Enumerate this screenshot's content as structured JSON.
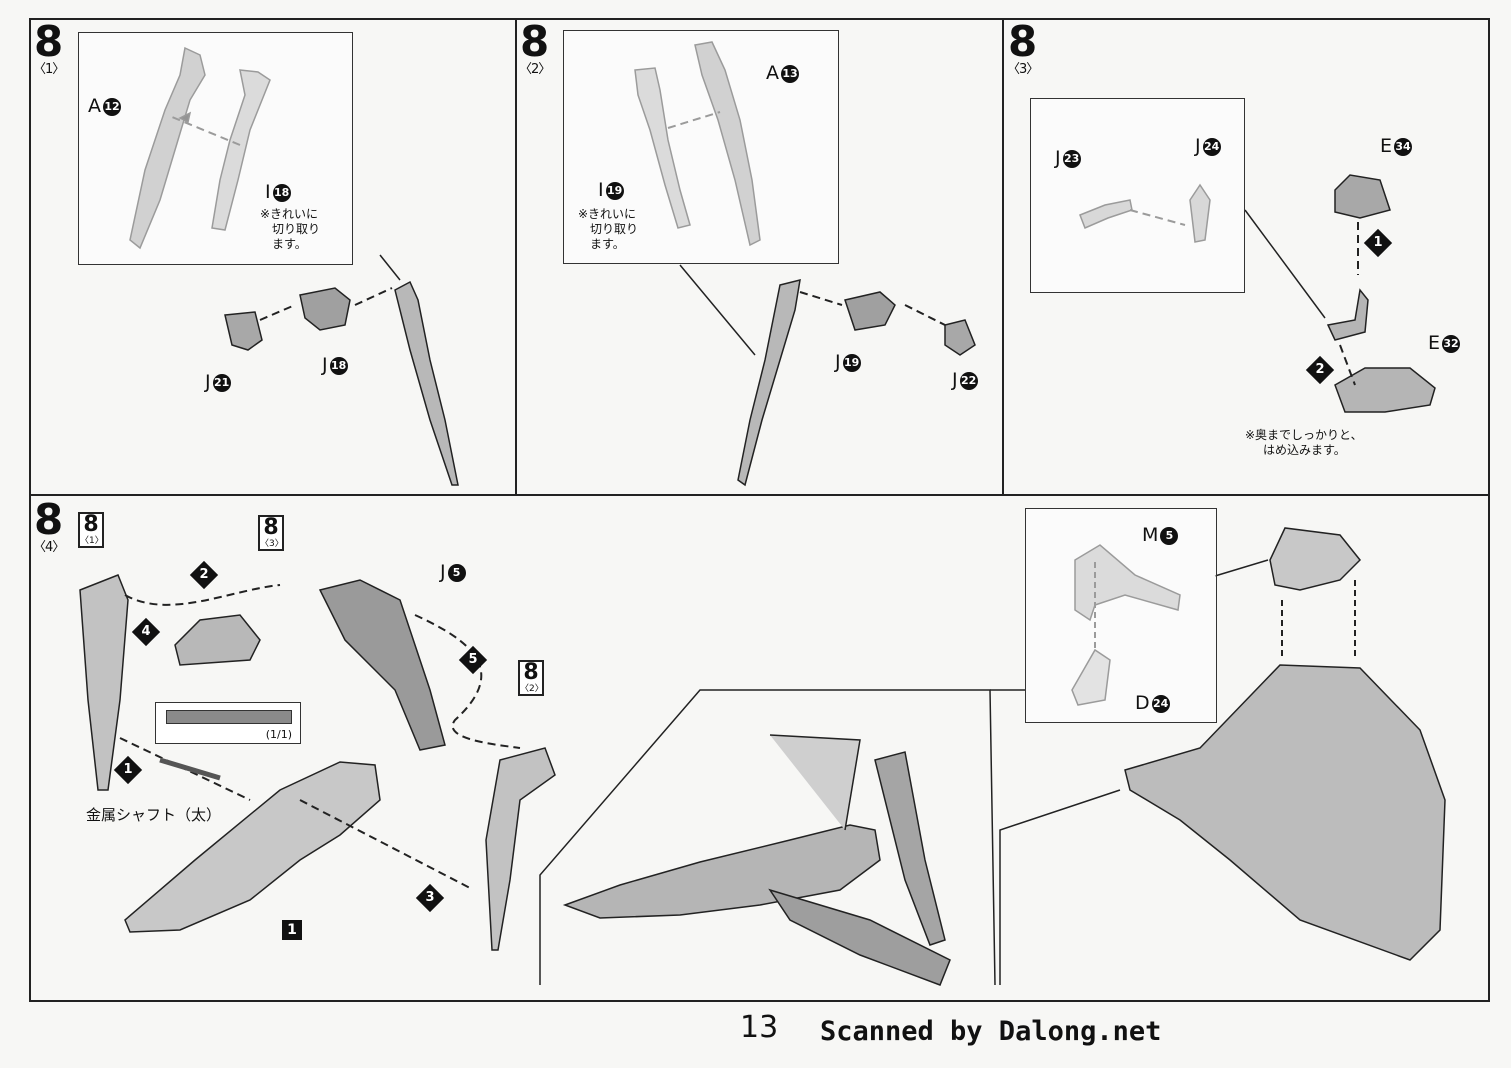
{
  "page_number": "13",
  "credit": "Scanned by Dalong.net",
  "steps": {
    "s1": {
      "num": "8",
      "sub": "〈1〉",
      "labels": {
        "a": "A",
        "a_n": "12",
        "i": "I",
        "i_n": "18",
        "j1": "J",
        "j1_n": "21",
        "j2": "J",
        "j2_n": "18"
      },
      "note": [
        "※きれいに",
        "切り取り",
        "ます。"
      ]
    },
    "s2": {
      "num": "8",
      "sub": "〈2〉",
      "labels": {
        "a": "A",
        "a_n": "13",
        "i": "I",
        "i_n": "19",
        "j1": "J",
        "j1_n": "19",
        "j2": "J",
        "j2_n": "22"
      },
      "note": [
        "※きれいに",
        "切り取り",
        "ます。"
      ]
    },
    "s3": {
      "num": "8",
      "sub": "〈3〉",
      "labels": {
        "j1": "J",
        "j1_n": "23",
        "j2": "J",
        "j2_n": "24",
        "e1": "E",
        "e1_n": "34",
        "e2": "E",
        "e2_n": "32"
      },
      "note": [
        "※奥までしっかりと、",
        "はめ込みます。"
      ]
    },
    "s4": {
      "num": "8",
      "sub": "〈4〉",
      "refs": [
        {
          "n": "8",
          "s": "〈1〉"
        },
        {
          "n": "8",
          "s": "〈3〉"
        },
        {
          "n": "8",
          "s": "〈2〉"
        }
      ],
      "labels": {
        "j5": "J",
        "j5_n": "5",
        "m": "M",
        "m_n": "5",
        "d": "D",
        "d_n": "24"
      },
      "shaft_scale": "(1/1)",
      "shaft_label": "金属シャフト（太）",
      "part_mark": "1",
      "arrows": [
        "1",
        "2",
        "3",
        "4",
        "5"
      ]
    }
  }
}
